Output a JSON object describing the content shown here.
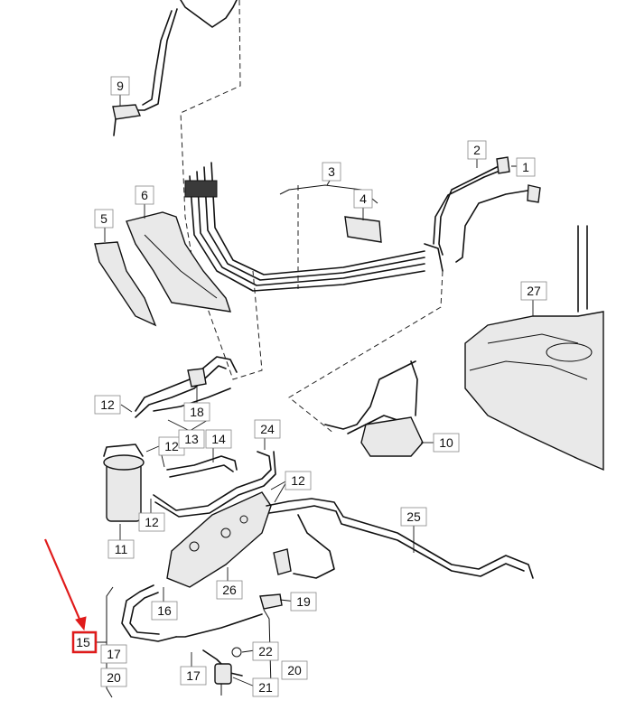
{
  "labels": {
    "p1": "1",
    "p2": "2",
    "p3": "3",
    "p4": "4",
    "p5": "5",
    "p6": "6",
    "p9": "9",
    "p10": "10",
    "p11": "11",
    "p12": "12",
    "p13": "13",
    "p14": "14",
    "p15": "15",
    "p16": "16",
    "p17": "17",
    "p18": "18",
    "p19": "19",
    "p20": "20",
    "p21": "21",
    "p22": "22",
    "p24": "24",
    "p25": "25",
    "p26": "26",
    "p27": "27"
  },
  "highlight": {
    "label": "15",
    "color": "#e01b1b"
  }
}
